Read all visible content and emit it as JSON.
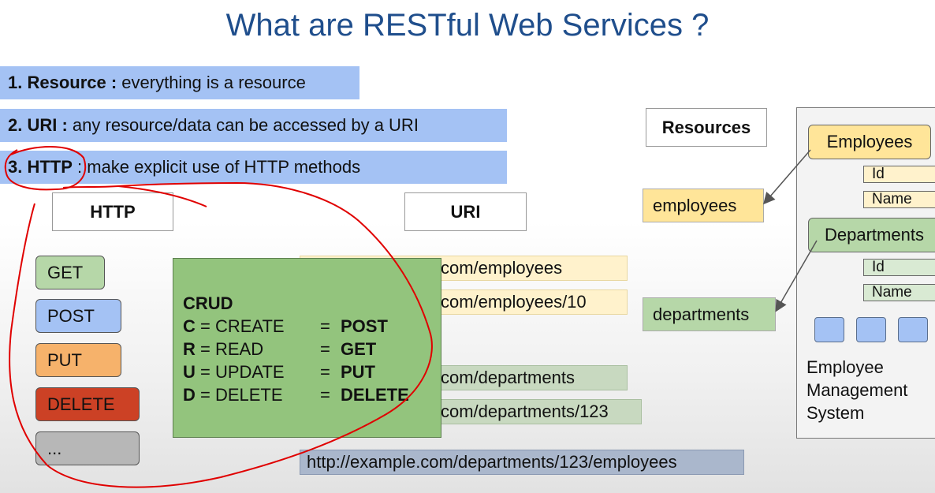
{
  "title": "What are RESTful Web Services ?",
  "principles": [
    {
      "bold": "1. Resource :",
      "text": " everything is a resource"
    },
    {
      "bold": "2. URI :",
      "text": " any resource/data can be accessed by a URI"
    },
    {
      "bold": "3. HTTP",
      "text": " : make explicit use of HTTP methods"
    }
  ],
  "headers": {
    "http": "HTTP",
    "uri": "URI",
    "resources": "Resources"
  },
  "methods": [
    {
      "label": "GET",
      "color": "#b6d7a8"
    },
    {
      "label": "POST",
      "color": "#a4c2f4"
    },
    {
      "label": "PUT",
      "color": "#f6b26b"
    },
    {
      "label": "DELETE",
      "color": "#cc4125"
    },
    {
      "label": "...",
      "color": "#b7b7b7"
    }
  ],
  "crud": {
    "title": "CRUD",
    "rows": [
      {
        "letter": "C",
        "word": " = CREATE",
        "eq": "=",
        "method": "POST"
      },
      {
        "letter": "R",
        "word": " = READ",
        "eq": "=",
        "method": "GET"
      },
      {
        "letter": "U",
        "word": " = UPDATE",
        "eq": "=",
        "method": "PUT"
      },
      {
        "letter": "D",
        "word": " = DELETE",
        "eq": "=",
        "method": "DELETE"
      }
    ]
  },
  "uris": [
    "com/employees",
    "com/employees/10",
    "com/departments",
    "com/departments/123",
    "http://example.com/departments/123/employees"
  ],
  "resources": [
    "employees",
    "departments"
  ],
  "system": {
    "entities": [
      {
        "name": "Employees",
        "fields": [
          "Id",
          "Name"
        ]
      },
      {
        "name": "Departments",
        "fields": [
          "Id",
          "Name"
        ]
      }
    ],
    "name_lines": [
      "Employee",
      "Management",
      "System"
    ]
  },
  "colors": {
    "title": "#1f4e8c",
    "band": "#a4c2f4",
    "crud": "#93c47d",
    "employees": "#ffe599",
    "departments": "#b6d7a8",
    "annotation": "#e00000"
  }
}
